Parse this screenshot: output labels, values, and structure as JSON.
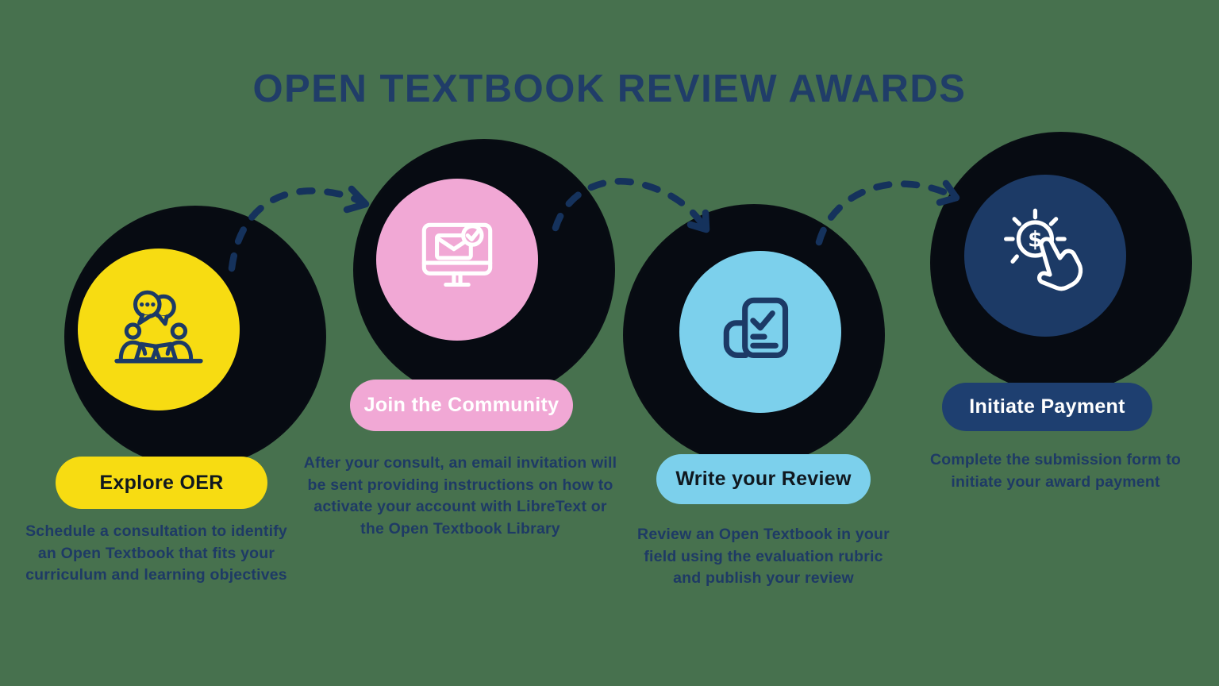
{
  "title": {
    "text": "OPEN TEXTBOOK REVIEW AWARDS",
    "color": "#203D68"
  },
  "background_color": "#47714E",
  "steps": [
    {
      "label": "Explore OER",
      "description": "Schedule a consultation to identify an Open Textbook that fits your curriculum and learning objectives",
      "icon": "consultation-people-chat-icon",
      "accent_color": "#F7DC12",
      "label_text_color": "#10181F"
    },
    {
      "label": "Join the Community",
      "description": "After your consult, an email invitation will be sent providing instructions on how to activate your account with LibreText or the Open Textbook Library",
      "icon": "monitor-email-check-icon",
      "accent_color": "#F1A8D5",
      "label_text_color": "#FFFFFF"
    },
    {
      "label": "Write your Review",
      "description": "Review an Open Textbook in your field using the evaluation rubric and publish your review",
      "icon": "review-document-checklist-icon",
      "accent_color": "#7CD0EC",
      "label_text_color": "#10181F"
    },
    {
      "label": "Initiate Payment",
      "description": "Complete the submission form to initiate your award payment",
      "icon": "dollar-coin-click-hand-icon",
      "accent_color": "#1C3A66",
      "label_text_color": "#FFFFFF"
    }
  ],
  "arrows": {
    "color": "#15325C",
    "style": "dashed-arc",
    "count": 3
  },
  "shadow_blob_color": "#070B12",
  "icon_symbols": {
    "step4_coin_symbol": "$"
  }
}
